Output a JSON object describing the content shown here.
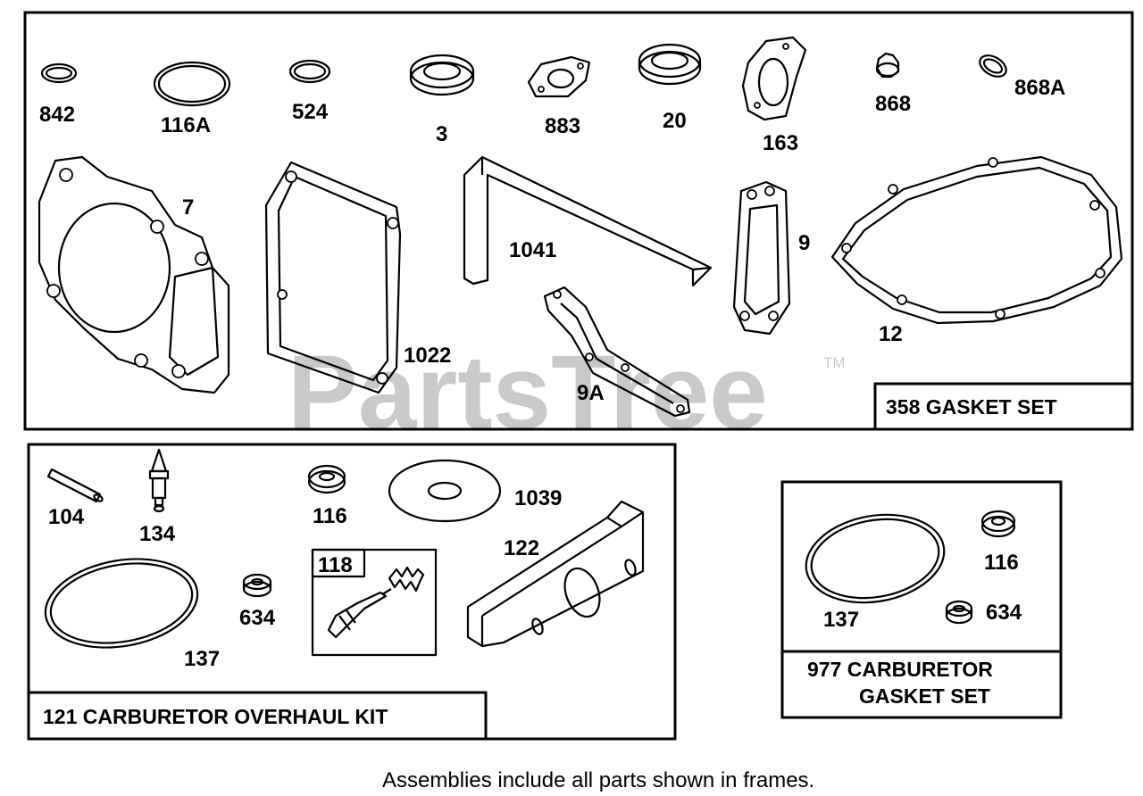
{
  "watermark": {
    "text": "PartsTree",
    "tm": "TM"
  },
  "frames": {
    "gasket_set": "358 GASKET SET",
    "carb_overhaul_kit": "121 CARBURETOR OVERHAUL KIT",
    "carb_gasket_set_line1": "977 CARBURETOR",
    "carb_gasket_set_line2": "GASKET SET",
    "sub_frame_118": "118"
  },
  "labels": {
    "p842": "842",
    "p116A": "116A",
    "p524": "524",
    "p3": "3",
    "p883": "883",
    "p20": "20",
    "p163": "163",
    "p868": "868",
    "p868A": "868A",
    "p7": "7",
    "p1041": "1041",
    "p9": "9",
    "p1022": "1022",
    "p12": "12",
    "p9A": "9A",
    "p104": "104",
    "p134": "134",
    "p116": "116",
    "p1039": "1039",
    "p122": "122",
    "p634": "634",
    "p137": "137",
    "q116": "116",
    "q137": "137",
    "q634": "634"
  },
  "caption": "Assemblies include all parts shown in frames."
}
